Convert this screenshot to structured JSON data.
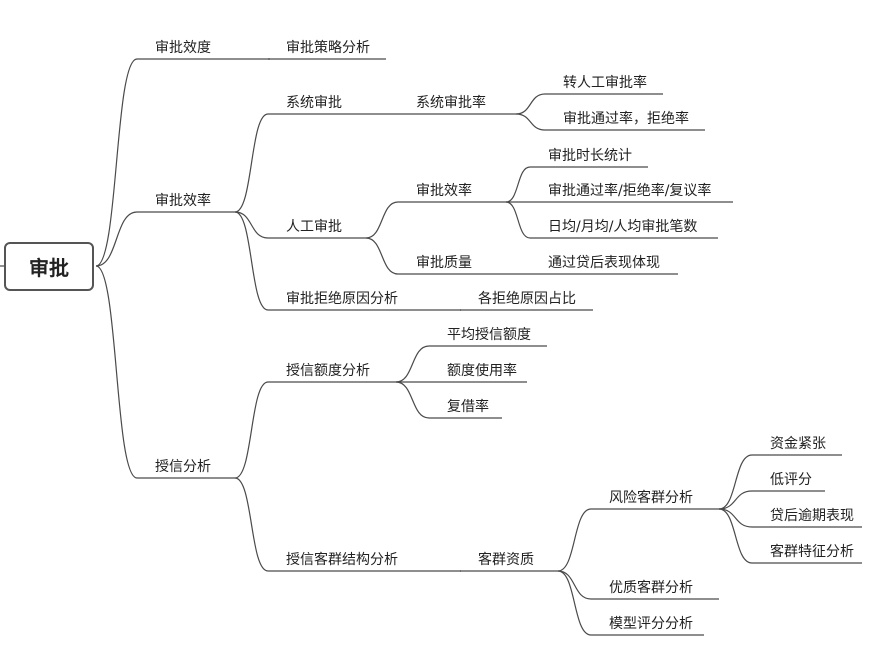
{
  "root": "审批",
  "nodes": {
    "n1": "审批效度",
    "n1a": "审批策略分析",
    "n2": "审批效率",
    "n2a": "系统审批",
    "n2a1": "系统审批率",
    "n2a1a": "转人工审批率",
    "n2a1b": "审批通过率，拒绝率",
    "n2b": "人工审批",
    "n2b1": "审批效率",
    "n2b1a": "审批时长统计",
    "n2b1b": "审批通过率/拒绝率/复议率",
    "n2b1c": "日均/月均/人均审批笔数",
    "n2b2": "审批质量",
    "n2b2a": "通过贷后表现体现",
    "n2c": "审批拒绝原因分析",
    "n2c1": "各拒绝原因占比",
    "n3": "授信分析",
    "n3a": "授信额度分析",
    "n3a1": "平均授信额度",
    "n3a2": "额度使用率",
    "n3a3": "复借率",
    "n3b": "授信客群结构分析",
    "n3b1": "客群资质",
    "n3b1a": "风险客群分析",
    "n3b1a1": "资金紧张",
    "n3b1a2": "低评分",
    "n3b1a3": "贷后逾期表现",
    "n3b1a4": "客群特征分析",
    "n3b1b": "优质客群分析",
    "n3b1c": "模型评分分析"
  },
  "colors": {
    "line": "#4a4a4a",
    "text": "#222222",
    "root_border": "#555555"
  }
}
